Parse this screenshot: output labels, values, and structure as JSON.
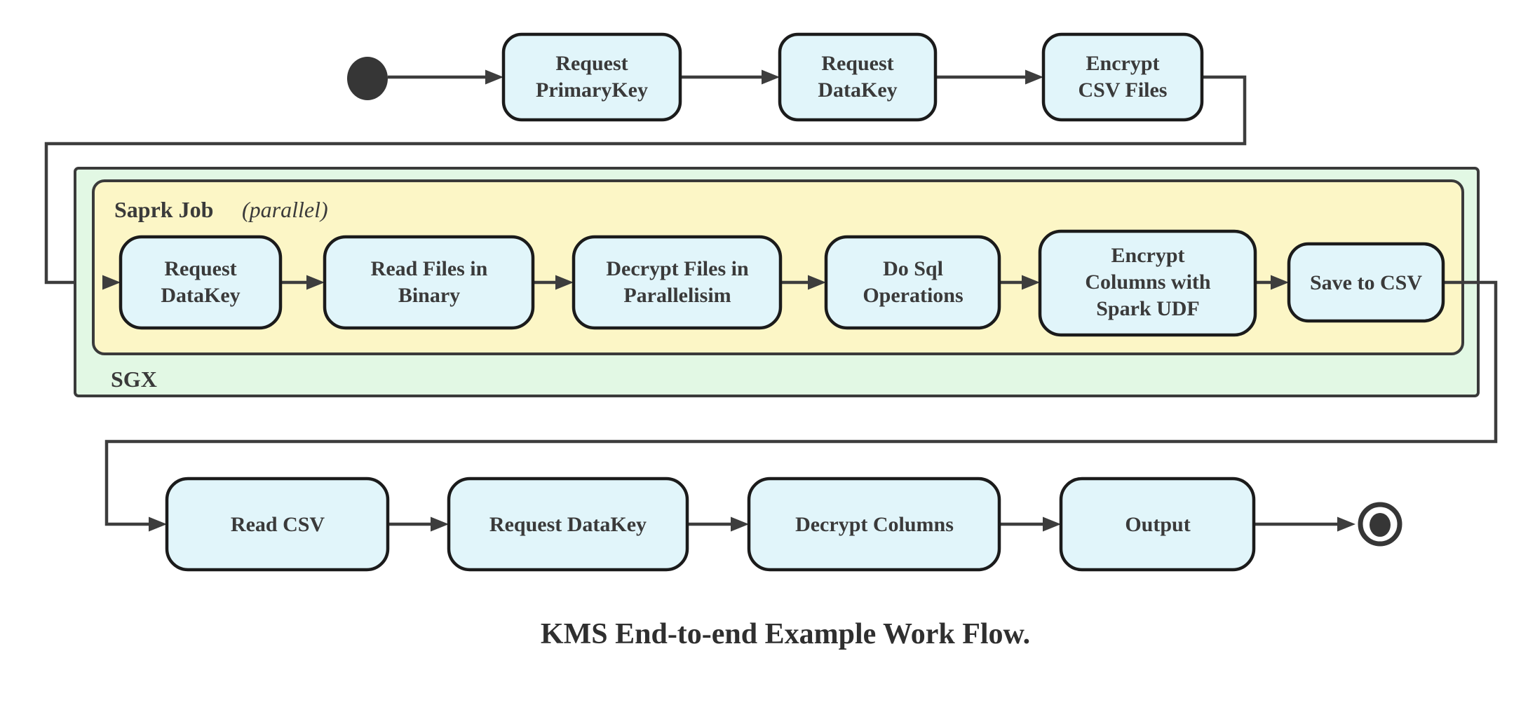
{
  "caption": "KMS End-to-end Example Work Flow.",
  "containers": {
    "sgx": {
      "label": "SGX"
    },
    "spark_job": {
      "label": "Saprk Job",
      "label_suffix": "(parallel)"
    }
  },
  "nodes": {
    "top": [
      {
        "lines": [
          "Request",
          "PrimaryKey"
        ]
      },
      {
        "lines": [
          "Request",
          "DataKey"
        ]
      },
      {
        "lines": [
          "Encrypt",
          "CSV Files"
        ]
      }
    ],
    "spark": [
      {
        "lines": [
          "Request",
          "DataKey"
        ]
      },
      {
        "lines": [
          "Read Files in",
          "Binary"
        ]
      },
      {
        "lines": [
          "Decrypt Files in",
          "Parallelisim"
        ]
      },
      {
        "lines": [
          "Do Sql",
          "Operations"
        ]
      },
      {
        "lines": [
          "Encrypt",
          "Columns with",
          "Spark UDF"
        ]
      },
      {
        "lines": [
          "Save to CSV"
        ]
      }
    ],
    "bottom": [
      {
        "lines": [
          "Read CSV"
        ]
      },
      {
        "lines": [
          "Request DataKey"
        ]
      },
      {
        "lines": [
          "Decrypt Columns"
        ]
      },
      {
        "lines": [
          "Output"
        ]
      }
    ]
  },
  "markers": {
    "start": "initial-state",
    "end": "final-state"
  },
  "colors": {
    "node_fill": "#e1f5fa",
    "node_stroke": "#1b1b1b",
    "spark_fill": "#fcf6c6",
    "sgx_fill": "#e2f8e4",
    "container_stroke": "#3a3a3a",
    "line_color": "#3d3d3d",
    "text_color": "#3a3a3a",
    "caption_color": "#2f2f2f",
    "ink": "#363636"
  }
}
